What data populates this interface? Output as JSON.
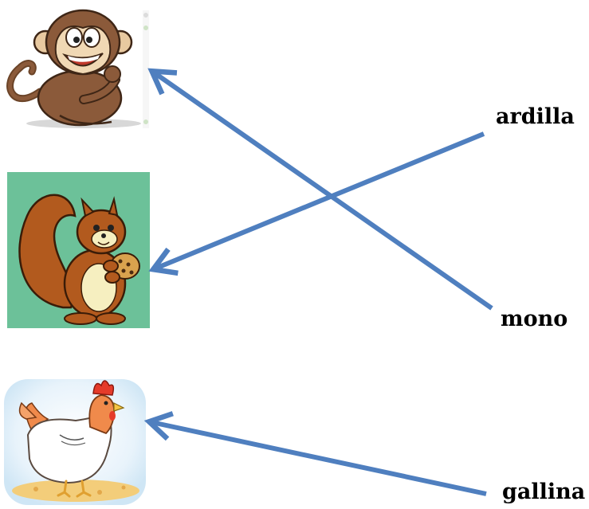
{
  "words": {
    "ardilla": "ardilla",
    "mono": "mono",
    "gallina": "gallina"
  },
  "images": {
    "top": "monkey",
    "middle": "squirrel",
    "bottom": "hen"
  },
  "connections": [
    {
      "from": "mono",
      "to": "monkey"
    },
    {
      "from": "ardilla",
      "to": "squirrel"
    },
    {
      "from": "gallina",
      "to": "hen"
    }
  ],
  "colors": {
    "arrow": "#4f7fbf",
    "squirrel_bg": "#6cc199",
    "text": "#000000"
  }
}
